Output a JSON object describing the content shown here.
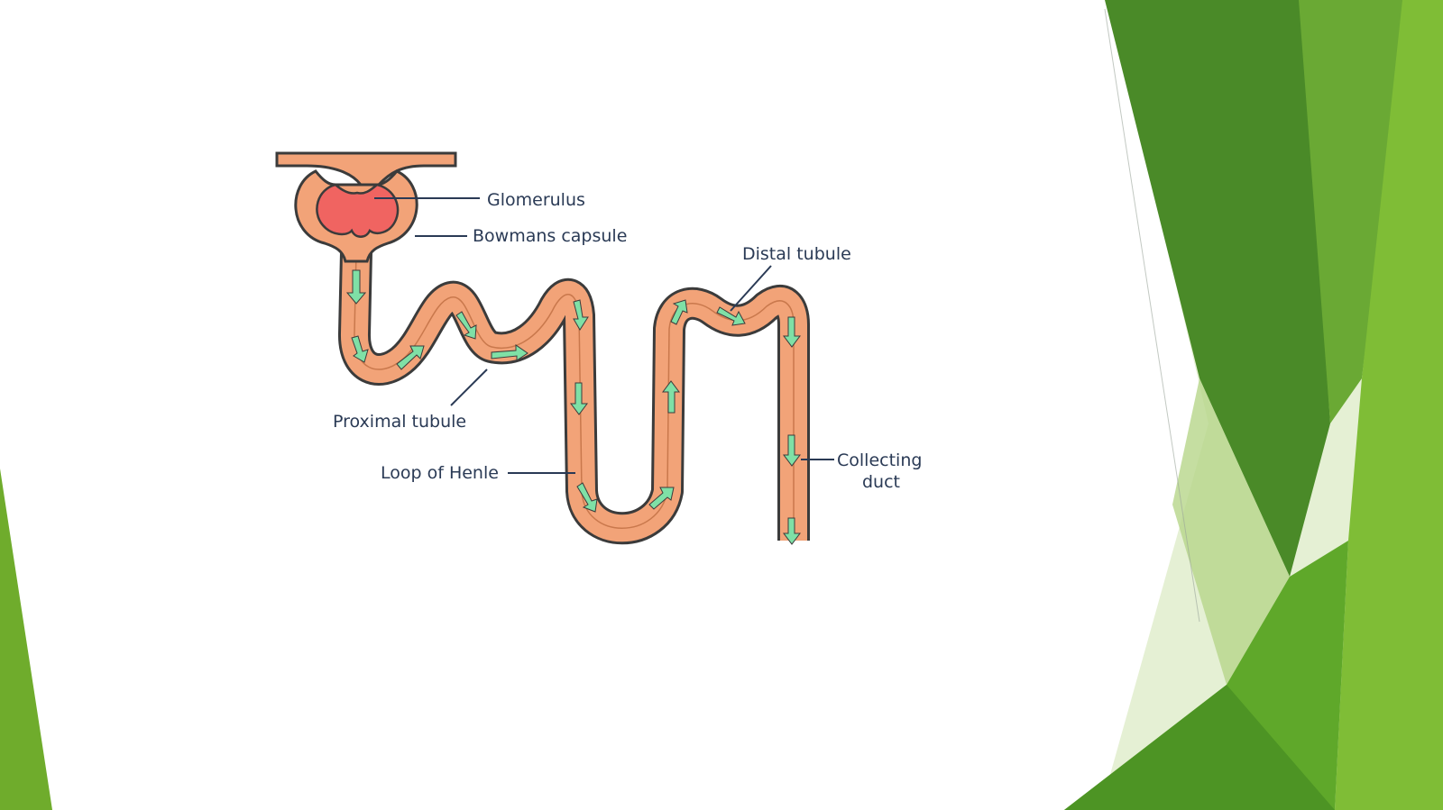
{
  "slide": {
    "theme_colors": {
      "green_dark": "#3f7d22",
      "green_mid": "#5b9b2e",
      "green_bright": "#7ab833",
      "green_light": "#a7cd6a",
      "tubule_fill": "#f2a378",
      "tubule_outline": "#3b3b3b",
      "glomerulus_fill": "#f06461",
      "arrow_fill": "#7fe0a6",
      "label_color": "#2a3a55"
    }
  },
  "diagram": {
    "labels": {
      "glomerulus": "Glomerulus",
      "bowmans_capsule": "Bowmans capsule",
      "distal_tubule": "Distal tubule",
      "proximal_tubule": "Proximal tubule",
      "loop_of_henle": "Loop of Henle",
      "collecting_duct_line1": "Collecting",
      "collecting_duct_line2": "duct"
    }
  }
}
